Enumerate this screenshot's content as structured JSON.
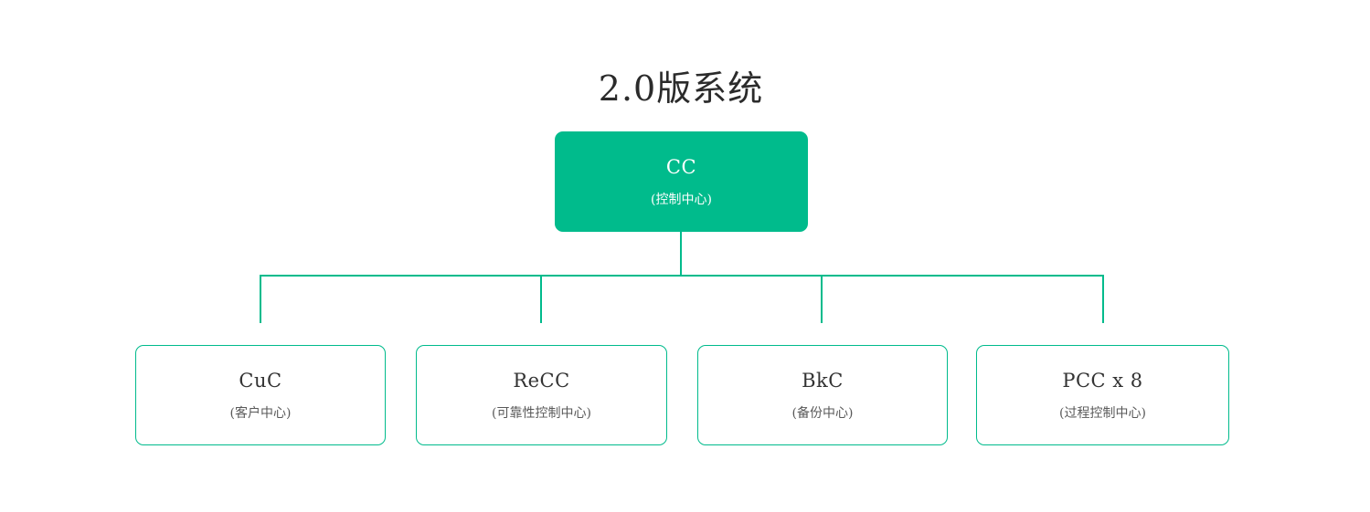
{
  "title": "2.0版系统",
  "colors": {
    "accent": "#00BB8C",
    "title_text": "#2b2b2b",
    "node_text": "#333333",
    "subtitle_text": "#595959",
    "root_text": "#ffffff"
  },
  "root": {
    "label": "CC",
    "sublabel": "(控制中心)"
  },
  "children": [
    {
      "label": "CuC",
      "sublabel": "(客户中心)"
    },
    {
      "label": "ReCC",
      "sublabel": "(可靠性控制中心)"
    },
    {
      "label": "BkC",
      "sublabel": "(备份中心)"
    },
    {
      "label": "PCC x 8",
      "sublabel": "(过程控制中心)"
    }
  ]
}
